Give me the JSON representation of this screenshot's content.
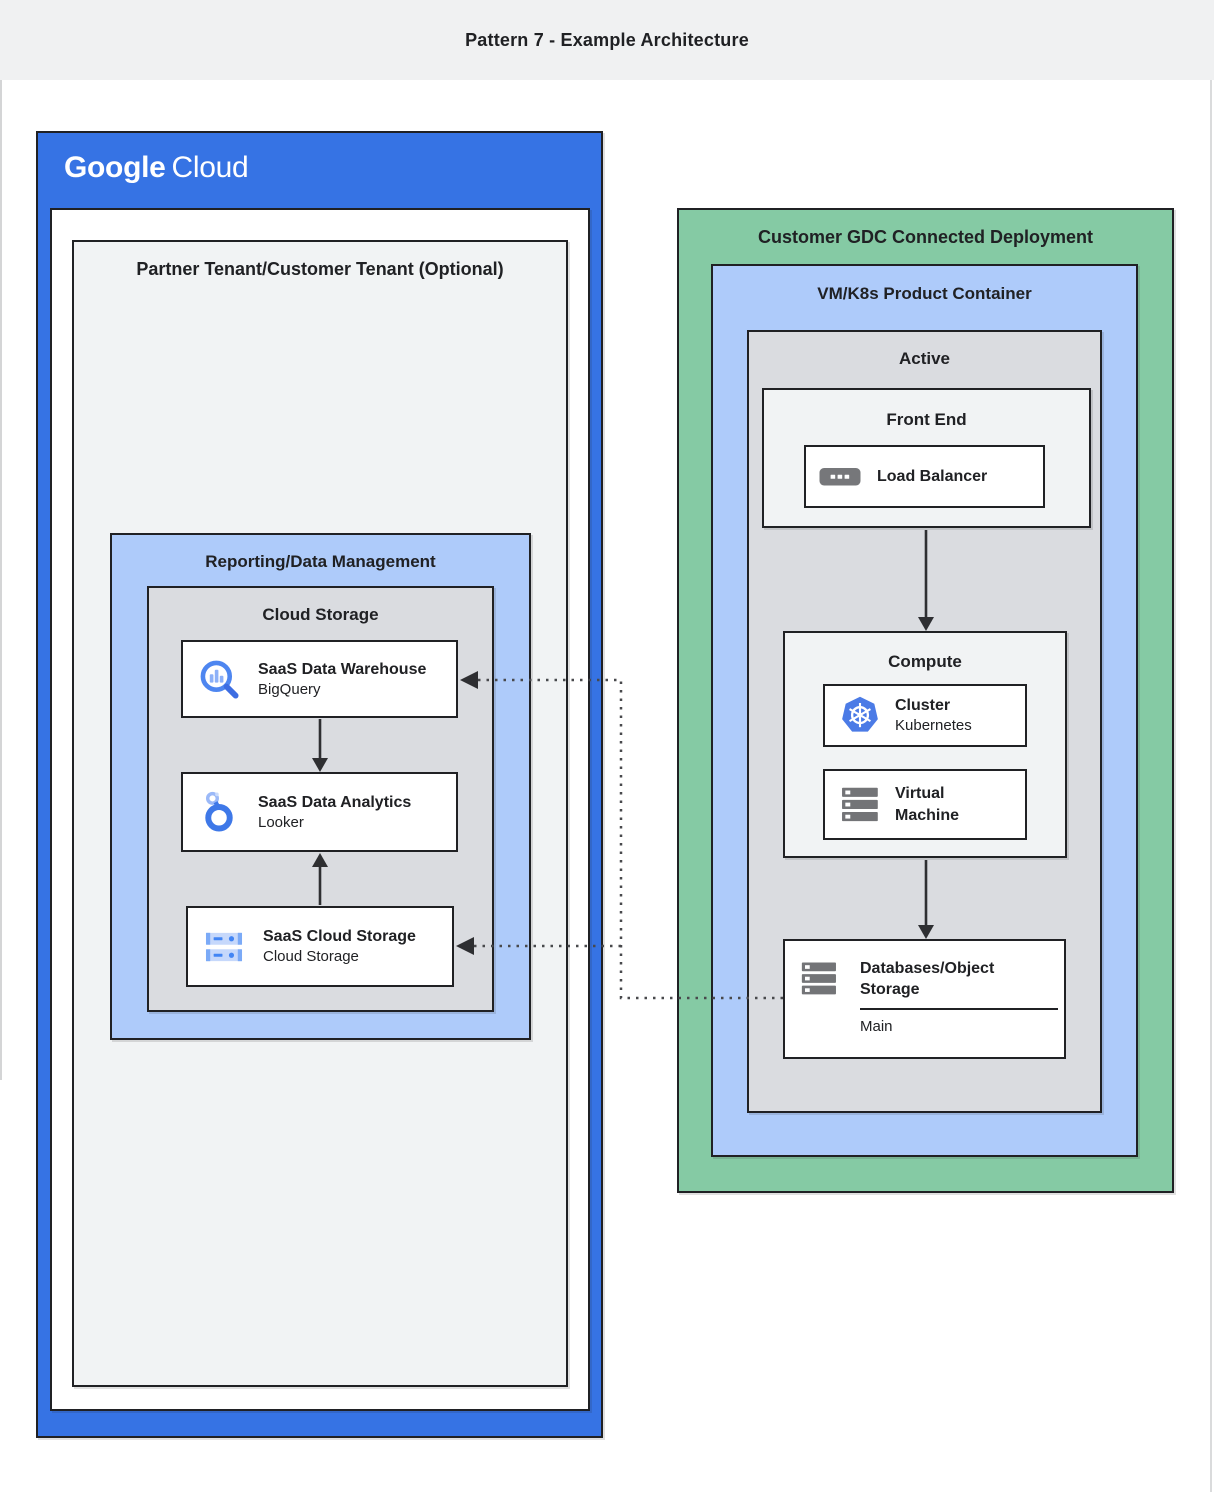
{
  "header": {
    "title": "Pattern 7 - Example Architecture"
  },
  "google_cloud": {
    "logo_google": "Google",
    "logo_cloud": "Cloud",
    "partner_title": "Partner Tenant/Customer Tenant (Optional)",
    "reporting_title": "Reporting/Data Management",
    "storage_group_title": "Cloud Storage",
    "cards": [
      {
        "title": "SaaS Data Warehouse",
        "subtitle": "BigQuery",
        "icon": "bigquery-icon"
      },
      {
        "title": "SaaS Data Analytics",
        "subtitle": "Looker",
        "icon": "looker-icon"
      },
      {
        "title": "SaaS Cloud Storage",
        "subtitle": "Cloud Storage",
        "icon": "cloud-storage-icon"
      }
    ]
  },
  "gdc": {
    "title": "Customer GDC Connected Deployment",
    "vmk8s_title": "VM/K8s Product Container",
    "active_title": "Active",
    "front_end_title": "Front End",
    "load_balancer_title": "Load Balancer",
    "load_balancer_icon": "load-balancer-icon",
    "compute_title": "Compute",
    "compute_cards": [
      {
        "title": "Cluster",
        "subtitle": "Kubernetes",
        "icon": "kubernetes-icon"
      },
      {
        "title": "Virtual Machine",
        "icon": "virtual-machine-icon"
      }
    ],
    "db": {
      "title": "Databases/Object Storage",
      "footer": "Main",
      "icon": "storage-servers-icon"
    }
  },
  "connectors": [
    {
      "from": "front-end",
      "to": "compute",
      "style": "solid-arrow"
    },
    {
      "from": "compute",
      "to": "databases-object-storage",
      "style": "solid-arrow"
    },
    {
      "from": "saas-data-warehouse",
      "to": "saas-data-analytics",
      "style": "solid-arrow"
    },
    {
      "from": "saas-cloud-storage",
      "to": "saas-data-analytics",
      "style": "solid-arrow"
    },
    {
      "from": "databases-object-storage",
      "to": "saas-data-warehouse",
      "style": "dotted-arrow"
    },
    {
      "from": "databases-object-storage",
      "to": "saas-cloud-storage",
      "style": "dotted-arrow"
    }
  ],
  "colors": {
    "google_blue": "#3673e4",
    "light_blue": "#aecbfa",
    "box_gray": "#dadce0",
    "panel_gray": "#f1f3f4",
    "green": "#85caa4",
    "card_white": "#ffffff",
    "border_dark": "#202124",
    "text_dark": "#202124",
    "header_bg": "#f0f1f2",
    "icon_gray": "#76777a",
    "brand_blue": "#4285f4",
    "arrow": "#2e2f32",
    "dotted": "#48494c"
  }
}
